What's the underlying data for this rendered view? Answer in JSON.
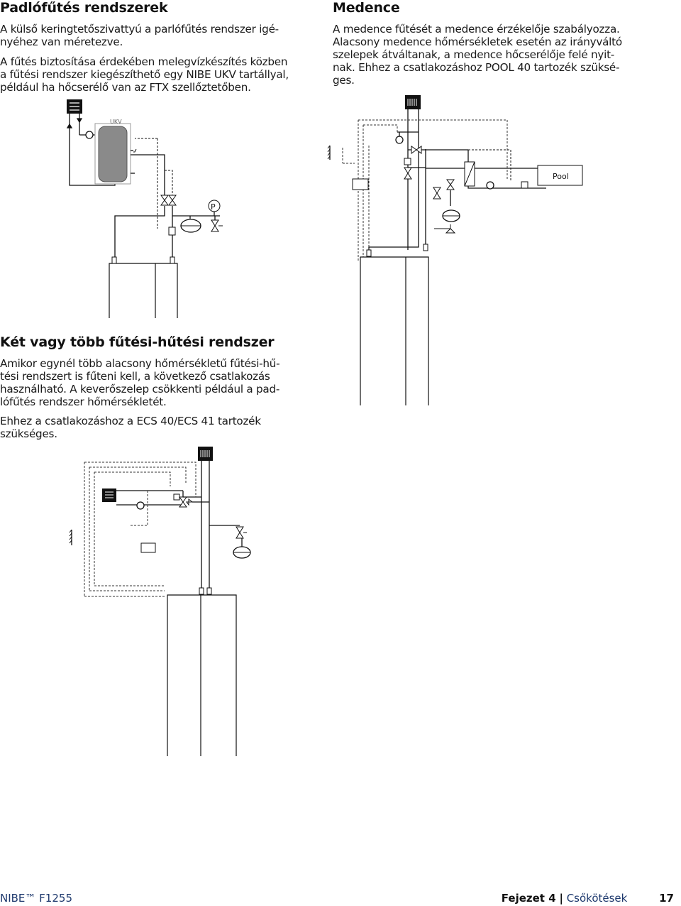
{
  "sections": {
    "floor": {
      "heading": "Padlófűtés rendszerek",
      "paragraphs": [
        [
          "A külső keringtetőszivattyú a parlófűtés rendszer igé-",
          "nyéhez van méretezve."
        ],
        [
          "A fűtés biztosítása érdekében melegvízkészítés közben",
          "a fűtési rendszer kiegészíthető egy NIBE UKV tartállyal,",
          "például ha hőcserélő van az FTX szellőztetőben."
        ]
      ]
    },
    "pool": {
      "heading": "Medence",
      "lines": [
        "A medence fűtését a medence érzékelője szabályozza.",
        "Alacsony medence hőmérsékletek esetén az irányváltó",
        "szelepek átváltanak, a medence hőcserélője felé nyit-",
        "nak. Ehhez a csatlakozáshoz POOL 40 tartozék szüksé-",
        "ges."
      ]
    },
    "multi": {
      "heading": "Két vagy több fűtési-hűtési rendszer",
      "paragraphs": [
        [
          "Amikor egynél több alacsony hőmérsékletű fűtési-hű-",
          "tési rendszert is fűteni kell, a következő csatlakozás",
          "használható. A keverőszelep csökkenti például a pad-",
          "lófűtés rendszer hőmérsékletét."
        ],
        [
          "Ehhez a csatlakozáshoz a ECS 40/ECS 41 tartozék",
          "szükséges."
        ]
      ]
    }
  },
  "diagram_labels": {
    "tank": "UKV",
    "pressure": "P",
    "pool": "Pool"
  },
  "icons": {
    "floor_heating": "floor-heating-icon",
    "radiator": "radiator-icon"
  },
  "footer": {
    "product": "NIBE™ F1255",
    "chapter": "Fejezet 4",
    "separator": "|",
    "section": "Csőkötések",
    "page": "17"
  },
  "colors": {
    "accent": "#1f3a6e",
    "tank": "#8a8a8a"
  }
}
